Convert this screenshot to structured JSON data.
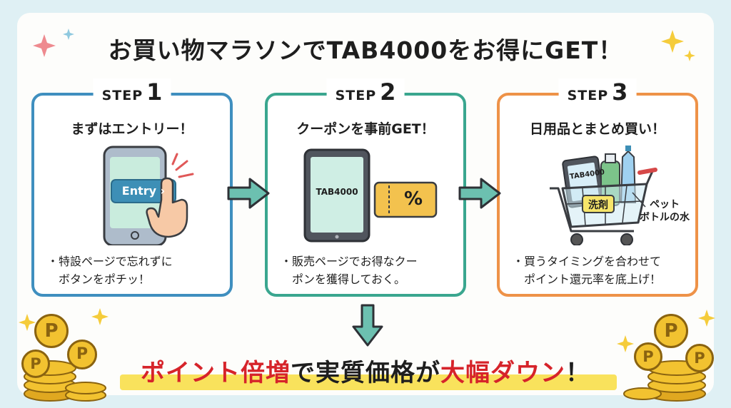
{
  "title": "お買い物マラソンでTAB4000をお得にGET！",
  "steps": [
    {
      "label": "STEP",
      "num": "1",
      "heading": "まずはエントリー！",
      "desc1": "・特設ページで忘れずに",
      "desc2": "ボタンをポチッ！",
      "button": "Entry ›"
    },
    {
      "label": "STEP",
      "num": "2",
      "heading": "クーポンを事前GET！",
      "desc1": "・販売ページでお得なクー",
      "desc2": "ポンを獲得しておく。",
      "tablet_text": "TAB4000",
      "coupon": "%"
    },
    {
      "label": "STEP",
      "num": "3",
      "heading": "日用品とまとめ買い！",
      "desc1": "・買うタイミングを合わせて",
      "desc2": "ポイント還元率を底上げ！",
      "tablet_text": "TAB4000",
      "detergent": "洗剤",
      "water1": "ペット",
      "water2": "ボトルの水"
    }
  ],
  "bottom": {
    "part1": "ポイント倍増",
    "part2": "で実質価格が",
    "part3": "大幅ダウン",
    "part4": "！"
  },
  "coin_mark": "P",
  "colors": {
    "step1": "#3f8fbf",
    "step2": "#3aa68f",
    "step3": "#ee9248",
    "arrow": "#6cc0b0",
    "highlight": "#f9e25c",
    "accent_red": "#d6232a",
    "coin": "#f2c230"
  }
}
